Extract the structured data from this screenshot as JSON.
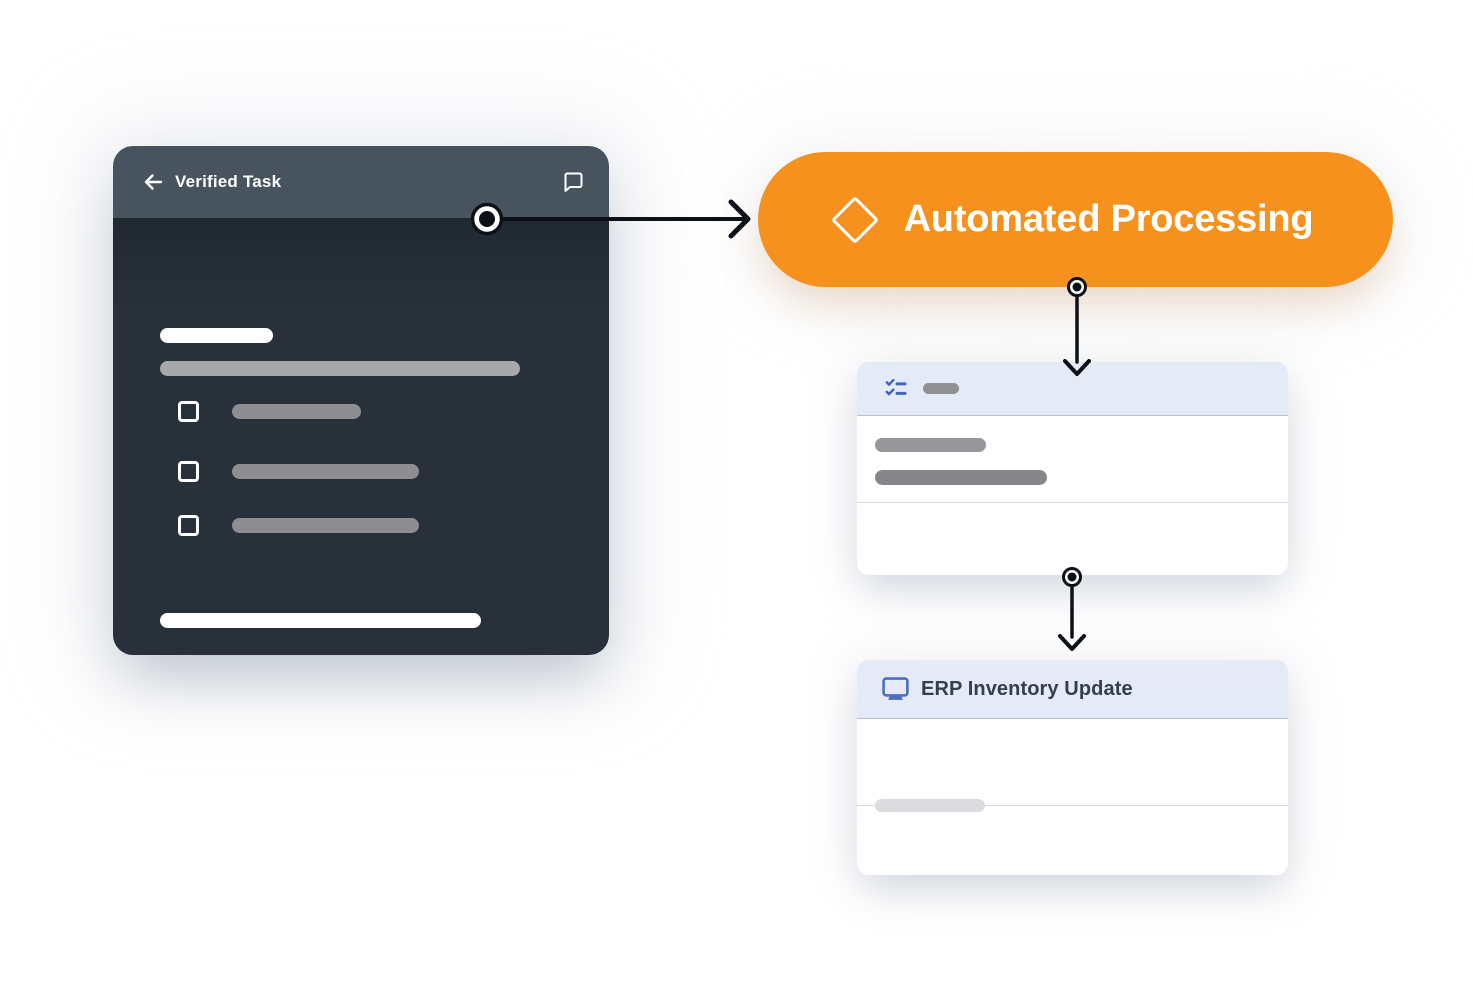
{
  "colors": {
    "background": "#ffffff",
    "accent_orange": "#f6911e",
    "dark_header": "#47545f",
    "dark_body": "#28313a",
    "card_header_bg": "#e4eaf7",
    "icon_blue": "#3e66c0",
    "connector_black": "#0d1117"
  },
  "task_card": {
    "title": "Verified Task",
    "back_icon": "arrow-left-icon",
    "chat_icon": "chat-bubble-icon",
    "checklist_rows": 3
  },
  "process_pill": {
    "label": "Automated Processing",
    "icon": "diamond-icon"
  },
  "subtask_card": {
    "header_icon": "checklist-icon"
  },
  "erp_card": {
    "title": "ERP Inventory Update",
    "header_icon": "monitor-icon"
  }
}
